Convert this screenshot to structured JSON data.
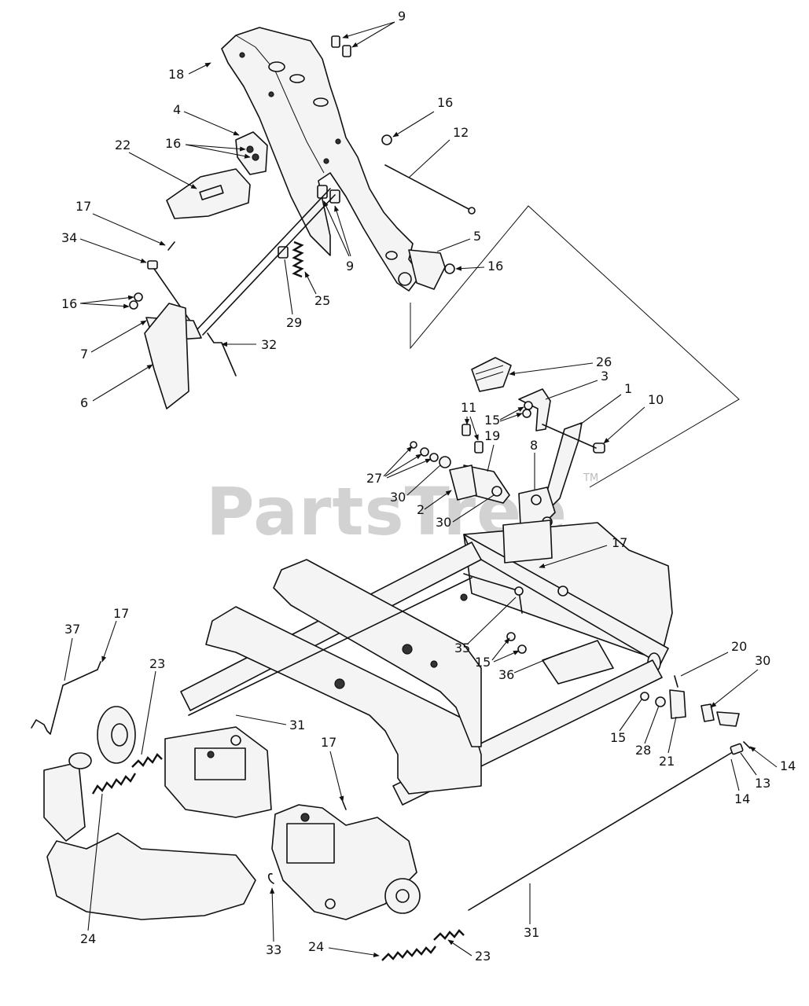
{
  "watermark": {
    "text": "PartsTree",
    "trademark": "TM"
  },
  "callouts": [
    "9",
    "18",
    "4",
    "16",
    "22",
    "16",
    "12",
    "17",
    "34",
    "16",
    "5",
    "16",
    "9",
    "25",
    "29",
    "7",
    "32",
    "6",
    "26",
    "3",
    "1",
    "10",
    "11",
    "15",
    "19",
    "27",
    "8",
    "30",
    "2",
    "30",
    "17",
    "37",
    "17",
    "23",
    "35",
    "20",
    "30",
    "15",
    "36",
    "31",
    "15",
    "28",
    "21",
    "14",
    "13",
    "14",
    "17",
    "24",
    "33",
    "24",
    "23",
    "31"
  ]
}
